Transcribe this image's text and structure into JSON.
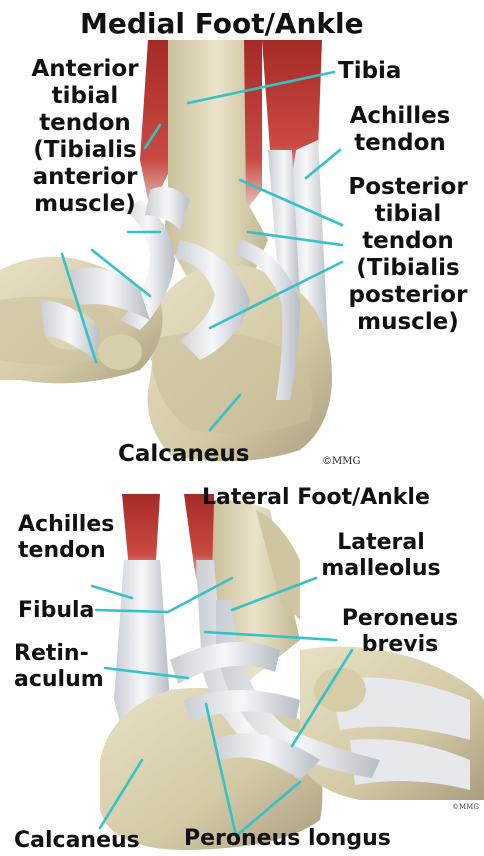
{
  "colors": {
    "leader": "#35c1c8",
    "muscle": "#b83a35",
    "bone": "#d9d0b0",
    "tendon": "#e3e6ea"
  },
  "top": {
    "title": "Medial Foot/Ankle",
    "labels": {
      "anterior_tibial": "Anterior tibial tendon (Tibialis anterior muscle)",
      "tibia": "Tibia",
      "achilles": "Achilles tendon",
      "posterior_tibial": "Posterior tibial tendon (Tibialis posterior muscle)",
      "calcaneus": "Calcaneus"
    },
    "anterior_lines": [
      "Anterior",
      "tibial",
      "tendon",
      "(Tibialis",
      "anterior",
      "muscle)"
    ],
    "achilles_lines": [
      "Achilles",
      "tendon"
    ],
    "posterior_lines": [
      "Posterior",
      "tibial",
      "tendon",
      "(Tibialis",
      "posterior",
      "muscle)"
    ],
    "copyright": "©MMG"
  },
  "bottom": {
    "title": "Lateral Foot/Ankle",
    "labels": {
      "achilles": "Achilles tendon",
      "fibula": "Fibula",
      "retinaculum": "Retin- aculum",
      "lateral_malleolus": "Lateral malleolus",
      "peroneus_brevis": "Peroneus brevis",
      "calcaneus": "Calcaneus",
      "peroneus_longus": "Peroneus longus"
    },
    "achilles_lines": [
      "Achilles",
      "tendon"
    ],
    "retinaculum_lines": [
      "Retin-",
      "aculum"
    ],
    "malleolus_lines": [
      "Lateral",
      "malleolus"
    ],
    "brevis_lines": [
      "Peroneus",
      "brevis"
    ],
    "copyright": "©MMG"
  }
}
